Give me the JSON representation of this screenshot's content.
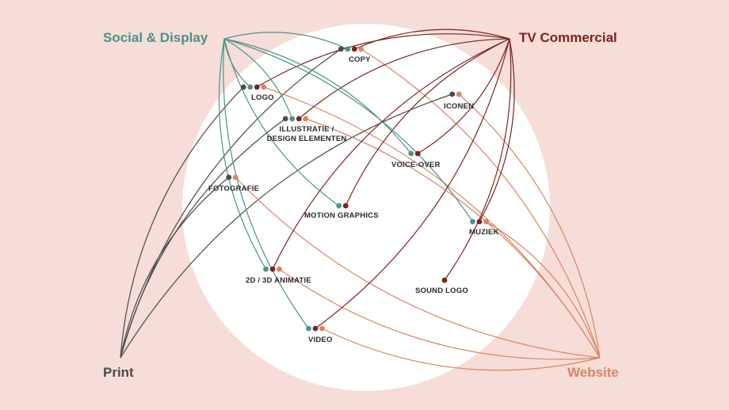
{
  "hubs": {
    "social": {
      "label": "Social & Display",
      "color": "#4a9388"
    },
    "tv": {
      "label": "TV Commercial",
      "color": "#7c2320"
    },
    "print": {
      "label": "Print",
      "color": "#4a4a4a"
    },
    "website": {
      "label": "Website",
      "color": "#d98566"
    }
  },
  "nodes": {
    "copy": {
      "label": "COPY",
      "connections": [
        "print",
        "social",
        "tv",
        "website"
      ]
    },
    "logo": {
      "label": "LOGO",
      "connections": [
        "print",
        "social",
        "tv",
        "website"
      ]
    },
    "iconen": {
      "label": "ICONEN",
      "connections": [
        "print",
        "website"
      ]
    },
    "illustratie": {
      "label_line1": "ILLUSTRATIE /",
      "label_line2": "DESIGN ELEMENTEN",
      "connections": [
        "print",
        "social",
        "tv",
        "website"
      ]
    },
    "voiceover": {
      "label": "VOICE-OVER",
      "connections": [
        "social",
        "tv"
      ]
    },
    "fotografie": {
      "label": "FOTOGRAFIE",
      "connections": [
        "print",
        "website"
      ]
    },
    "motion": {
      "label": "MOTION GRAPHICS",
      "connections": [
        "social",
        "tv"
      ]
    },
    "muziek": {
      "label": "MUZIEK",
      "connections": [
        "social",
        "tv",
        "website"
      ]
    },
    "animatie": {
      "label": "2D / 3D ANIMATIE",
      "connections": [
        "social",
        "tv",
        "website"
      ]
    },
    "soundlogo": {
      "label": "SOUND LOGO",
      "connections": [
        "tv"
      ]
    },
    "video": {
      "label": "VIDEO",
      "connections": [
        "social",
        "tv",
        "website"
      ]
    }
  }
}
